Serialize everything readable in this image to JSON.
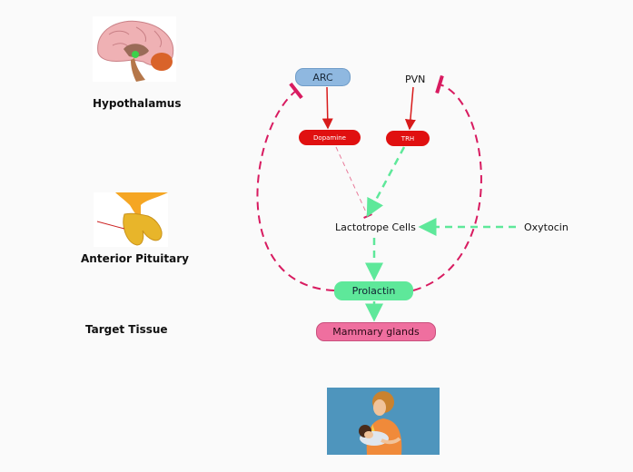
{
  "levels": {
    "hypothalamus": "Hypothalamus",
    "anterior_pituitary": "Anterior Pituitary",
    "target_tissue": "Target Tissue"
  },
  "nodes": {
    "arc": "ARC",
    "pvn": "PVN",
    "dopamine": "Dopamine",
    "trh": "TRH",
    "lactotrope": "Lactotrope Cells",
    "oxytocin": "Oxytocin",
    "prolactin": "Prolactin",
    "mammary": "Mammary glands"
  },
  "colors": {
    "arc_fill": "#8fb8e0",
    "red_fill": "#e01010",
    "prolactin_fill": "#5ee89a",
    "mammary_fill": "#ef6f9f",
    "stimulate": "#5ee89a",
    "feedback": "#d81b60",
    "secrete": "#d81b1b",
    "photo_bg": "#4e95bd"
  },
  "images": {
    "brain": "brain-illustration",
    "pituitary": "pituitary-illustration",
    "breastfeeding": "breastfeeding-illustration"
  }
}
